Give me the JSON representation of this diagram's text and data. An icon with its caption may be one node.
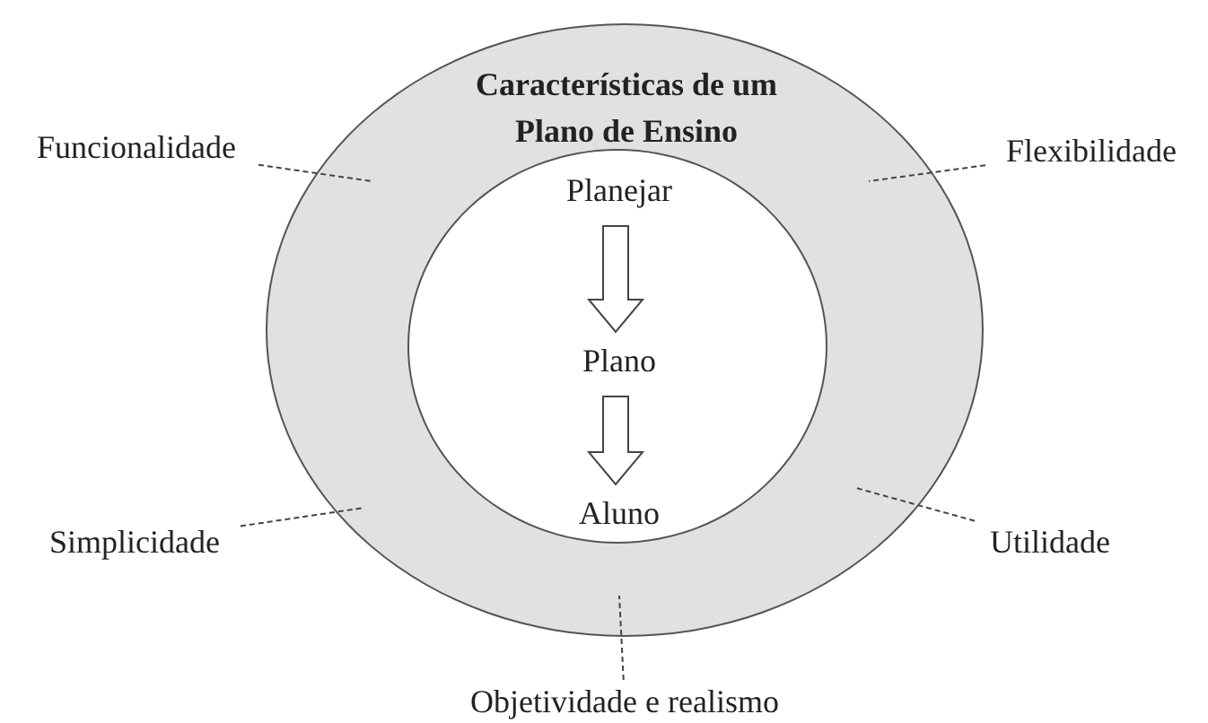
{
  "diagram": {
    "nodes": [
      {
        "text": [
          "Características de um Plano de Ensino"
        ]
      },
      {
        "text": [],
        "shape": "circle",
        "in": 0
      },
      {
        "text": [
          "Planejar"
        ],
        "in": 1
      },
      {
        "text": [
          "Plano"
        ],
        "in": 1
      },
      {
        "text": [
          "Aluno"
        ],
        "in": 1
      },
      {
        "text": [
          "Funcionalidade"
        ]
      },
      {
        "text": [
          "Flexibilidade"
        ]
      },
      {
        "text": [
          "Simplicidade"
        ]
      },
      {
        "text": [
          "Utilidade"
        ]
      },
      {
        "text": [
          "Objetividade e realismo"
        ]
      }
    ],
    "edges": [
      {
        "from": 2,
        "to": 3,
        "arrow": "to"
      },
      {
        "from": 3,
        "to": 4,
        "arrow": "to"
      },
      {
        "from": 5,
        "to": null,
        "arrow": "none",
        "style": "dashed"
      },
      {
        "from": 6,
        "to": null,
        "arrow": "none",
        "style": "dashed"
      },
      {
        "from": 7,
        "to": null,
        "arrow": "none",
        "style": "dashed"
      },
      {
        "from": 8,
        "to": null,
        "arrow": "none",
        "style": "dashed"
      },
      {
        "from": 9,
        "to": null,
        "arrow": "none",
        "style": "dashed"
      }
    ]
  }
}
